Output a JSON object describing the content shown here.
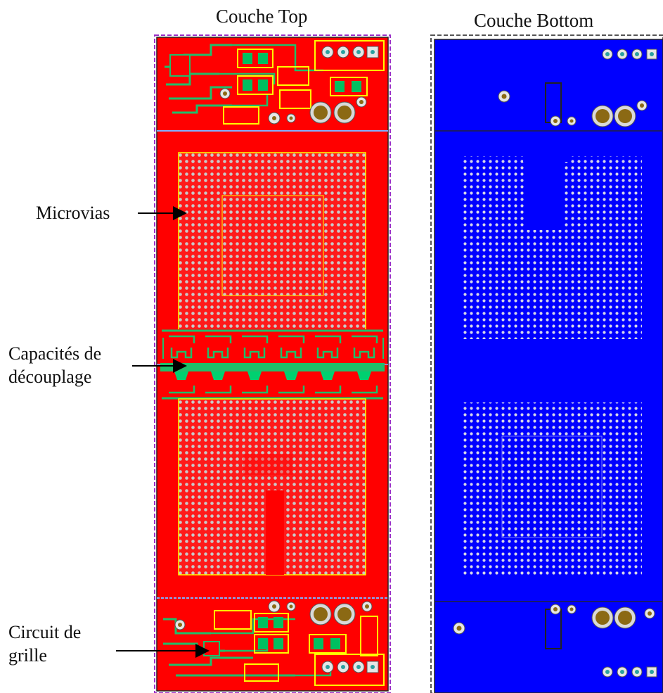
{
  "titles": {
    "top_layer": "Couche Top",
    "bottom_layer": "Couche Bottom"
  },
  "labels": {
    "microvias": "Microvias",
    "decoupling_line1": "Capacités de",
    "decoupling_line2": "découplage",
    "gate_line1": "Circuit de",
    "gate_line2": "grille"
  },
  "colors": {
    "top_copper": "#ff0000",
    "bottom_copper": "#0000ff",
    "trace": "#1fbf6a",
    "pad_outline": "#ffff00",
    "via_fill": "#a0a0a0",
    "drill": "#8b6914"
  }
}
